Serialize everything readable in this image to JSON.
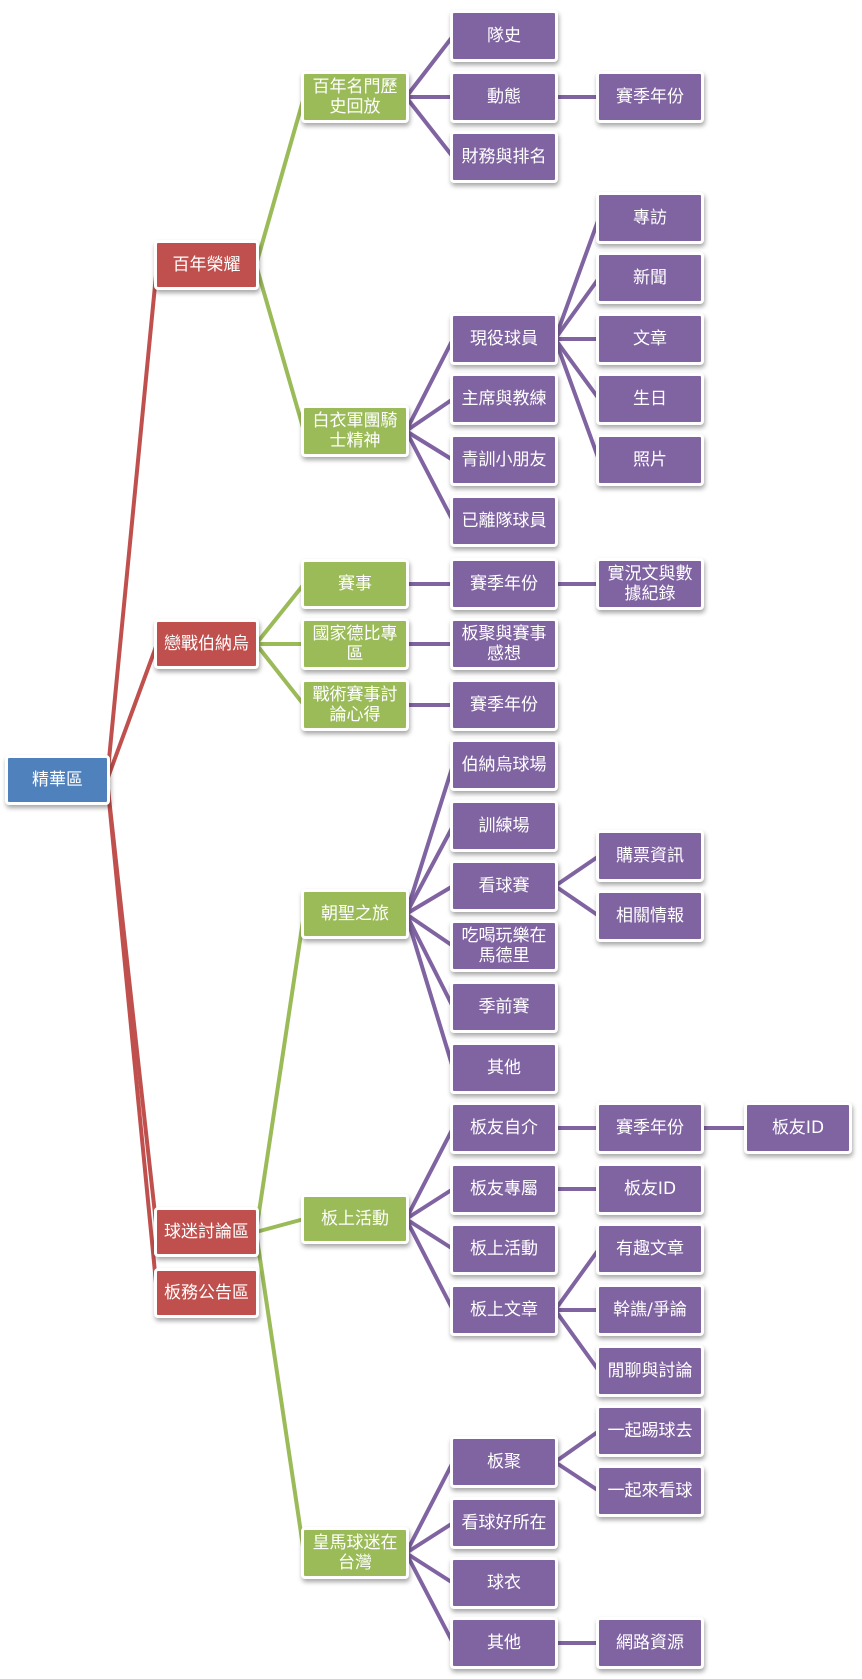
{
  "colors": {
    "root": "#4f81bd",
    "red": "#c0504d",
    "green": "#9bbb59",
    "purple": "#8064a2"
  },
  "nodes": {
    "root": "精華區",
    "r1": "百年榮耀",
    "r2": "戀戰伯納烏",
    "r3": "球迷討論區",
    "r4": "板務公告區",
    "g1": "百年名門歷史回放",
    "g2": "白衣軍團騎士精神",
    "g3": "賽事",
    "g4": "國家德比專區",
    "g5": "戰術賽事討論心得",
    "g6": "朝聖之旅",
    "g7": "板上活動",
    "g8": "皇馬球迷在台灣",
    "p1": "隊史",
    "p2": "動態",
    "p3": "財務與排名",
    "p4": "現役球員",
    "p5": "主席與教練",
    "p6": "青訓小朋友",
    "p7": "已離隊球員",
    "p8": "賽季年份",
    "p9": "板聚與賽事感想",
    "p10": "賽季年份",
    "p11": "伯納烏球場",
    "p12": "訓練場",
    "p13": "看球賽",
    "p14": "吃喝玩樂在馬德里",
    "p15": "季前賽",
    "p16": "其他",
    "p17": "板友自介",
    "p18": "板友專屬",
    "p19": "板上活動",
    "p20": "板上文章",
    "p21": "板聚",
    "p22": "看球好所在",
    "p23": "球衣",
    "p24": "其他",
    "q1": "賽季年份",
    "q2": "專訪",
    "q3": "新聞",
    "q4": "文章",
    "q5": "生日",
    "q6": "照片",
    "q7": "實況文與數據紀錄",
    "q8": "購票資訊",
    "q9": "相關情報",
    "q10": "賽季年份",
    "q11": "板友ID",
    "q12": "有趣文章",
    "q13": "幹譙/爭論",
    "q14": "閒聊與討論",
    "q15": "一起踢球去",
    "q16": "一起來看球",
    "q17": "網路資源",
    "s1": "板友ID"
  }
}
